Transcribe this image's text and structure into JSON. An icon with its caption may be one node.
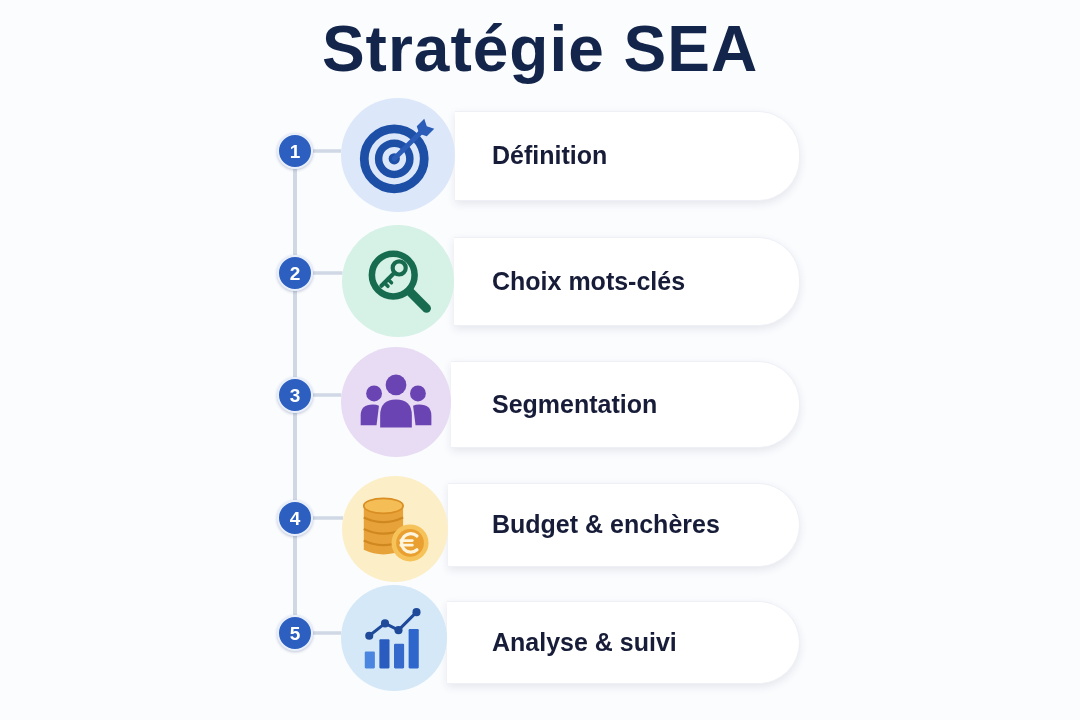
{
  "diagram": {
    "title": "Stratégie SEA",
    "nodes": [
      {
        "text": [
          "1"
        ]
      },
      {
        "text": [],
        "shape": "circle"
      },
      {
        "text": [
          "Définition"
        ]
      },
      {
        "text": [
          "2"
        ]
      },
      {
        "text": [],
        "shape": "circle"
      },
      {
        "text": [
          "Choix mots-clés"
        ]
      },
      {
        "text": [
          "3"
        ]
      },
      {
        "text": [],
        "shape": "circle"
      },
      {
        "text": [
          "Segmentation"
        ]
      },
      {
        "text": [
          "4"
        ]
      },
      {
        "text": [],
        "shape": "circle"
      },
      {
        "text": [
          "Budget & enchères"
        ]
      },
      {
        "text": [
          "5"
        ]
      },
      {
        "text": [],
        "shape": "circle"
      },
      {
        "text": [
          "Analyse & suivi"
        ]
      }
    ],
    "edges": [
      {
        "from": 0,
        "to": 1,
        "arrow": "none"
      },
      {
        "from": 0,
        "to": 3,
        "arrow": "none"
      },
      {
        "from": 3,
        "to": 4,
        "arrow": "none"
      },
      {
        "from": 3,
        "to": 6,
        "arrow": "none"
      },
      {
        "from": 6,
        "to": 7,
        "arrow": "none"
      },
      {
        "from": 6,
        "to": 9,
        "arrow": "none"
      },
      {
        "from": 9,
        "to": 10,
        "arrow": "none"
      },
      {
        "from": 9,
        "to": 12,
        "arrow": "none"
      },
      {
        "from": 12,
        "to": 13,
        "arrow": "none"
      }
    ]
  }
}
